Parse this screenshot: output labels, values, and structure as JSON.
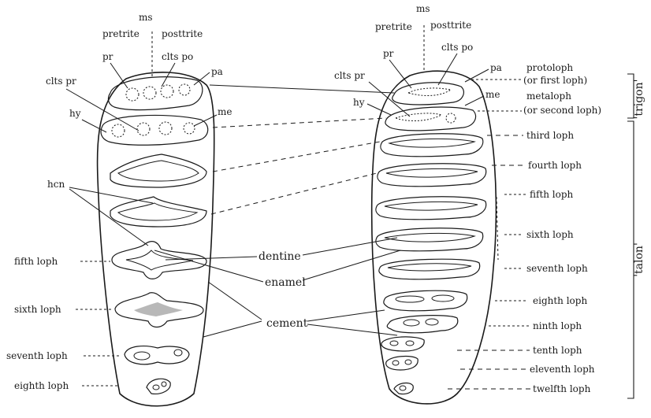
{
  "left_tooth": {
    "top_labels": {
      "ms": "ms",
      "pretrite": "pretrite",
      "posttrite": "posttrite"
    },
    "cusp_labels": {
      "pr": "pr",
      "clts_po": "clts po",
      "pa": "pa",
      "clts_pr": "clts pr",
      "hy": "hy",
      "me": "me",
      "hcn": "hcn"
    },
    "loph_labels": [
      "fifth loph",
      "sixth loph",
      "seventh loph",
      "eighth loph"
    ]
  },
  "right_tooth": {
    "top_labels": {
      "ms": "ms",
      "pretrite": "pretrite",
      "posttrite": "posttrite"
    },
    "cusp_labels": {
      "pr": "pr",
      "clts_po": "clts po",
      "pa": "pa",
      "clts_pr": "clts pr",
      "hy": "hy",
      "me": "me"
    },
    "loph_labels": {
      "protoloph": "protoloph",
      "protoloph_note": "(or first loph)",
      "metaloph": "metaloph",
      "metaloph_note": "(or second loph)",
      "list": [
        "third loph",
        "fourth loph",
        "fifth loph",
        "sixth loph",
        "seventh loph",
        "eighth loph",
        "ninth loph",
        "tenth loph",
        "eleventh loph",
        "twelfth loph"
      ]
    }
  },
  "tissue_labels": {
    "dentine": "dentine",
    "enamel": "enamel",
    "cement": "cement"
  },
  "regions": {
    "trigon": "'trigon'",
    "talon": "'talon'"
  }
}
